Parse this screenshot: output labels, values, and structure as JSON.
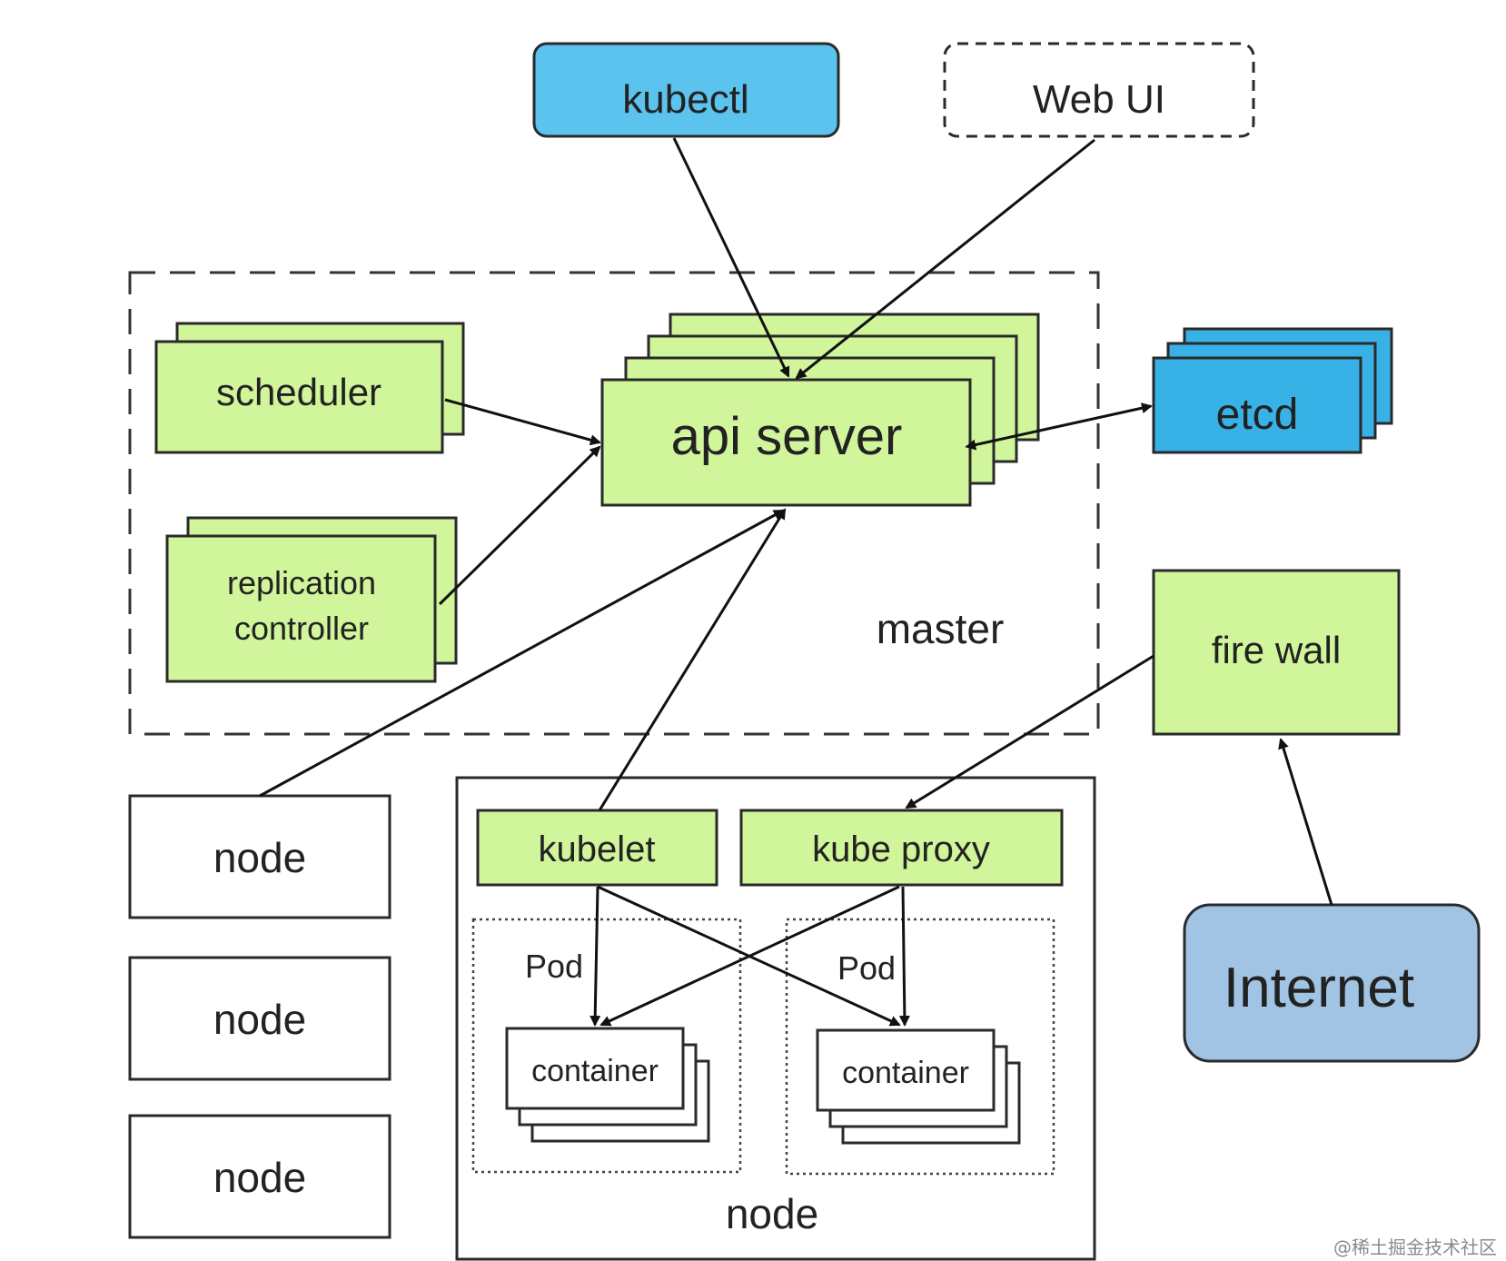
{
  "clients": {
    "kubectl": "kubectl",
    "web_ui": "Web UI"
  },
  "master": {
    "label": "master",
    "scheduler": "scheduler",
    "replication_controller": [
      "replication",
      "controller"
    ],
    "api_server": "api server"
  },
  "etcd": "etcd",
  "fire_wall": "fire wall",
  "internet": "Internet",
  "nodes": {
    "small": [
      "node",
      "node",
      "node"
    ],
    "detail": {
      "label": "node",
      "kubelet": "kubelet",
      "kube_proxy": "kube proxy",
      "pods": [
        {
          "label": "Pod",
          "container": "container"
        },
        {
          "label": "Pod",
          "container": "container"
        }
      ]
    }
  },
  "watermark": "@稀土掘金技术社区",
  "colors": {
    "component_green": "#d0f59a",
    "kubectl_blue": "#5bc3ee",
    "etcd_blue": "#38b2e6",
    "internet_blue": "#a2c4e4",
    "border": "#2a2a2a"
  }
}
